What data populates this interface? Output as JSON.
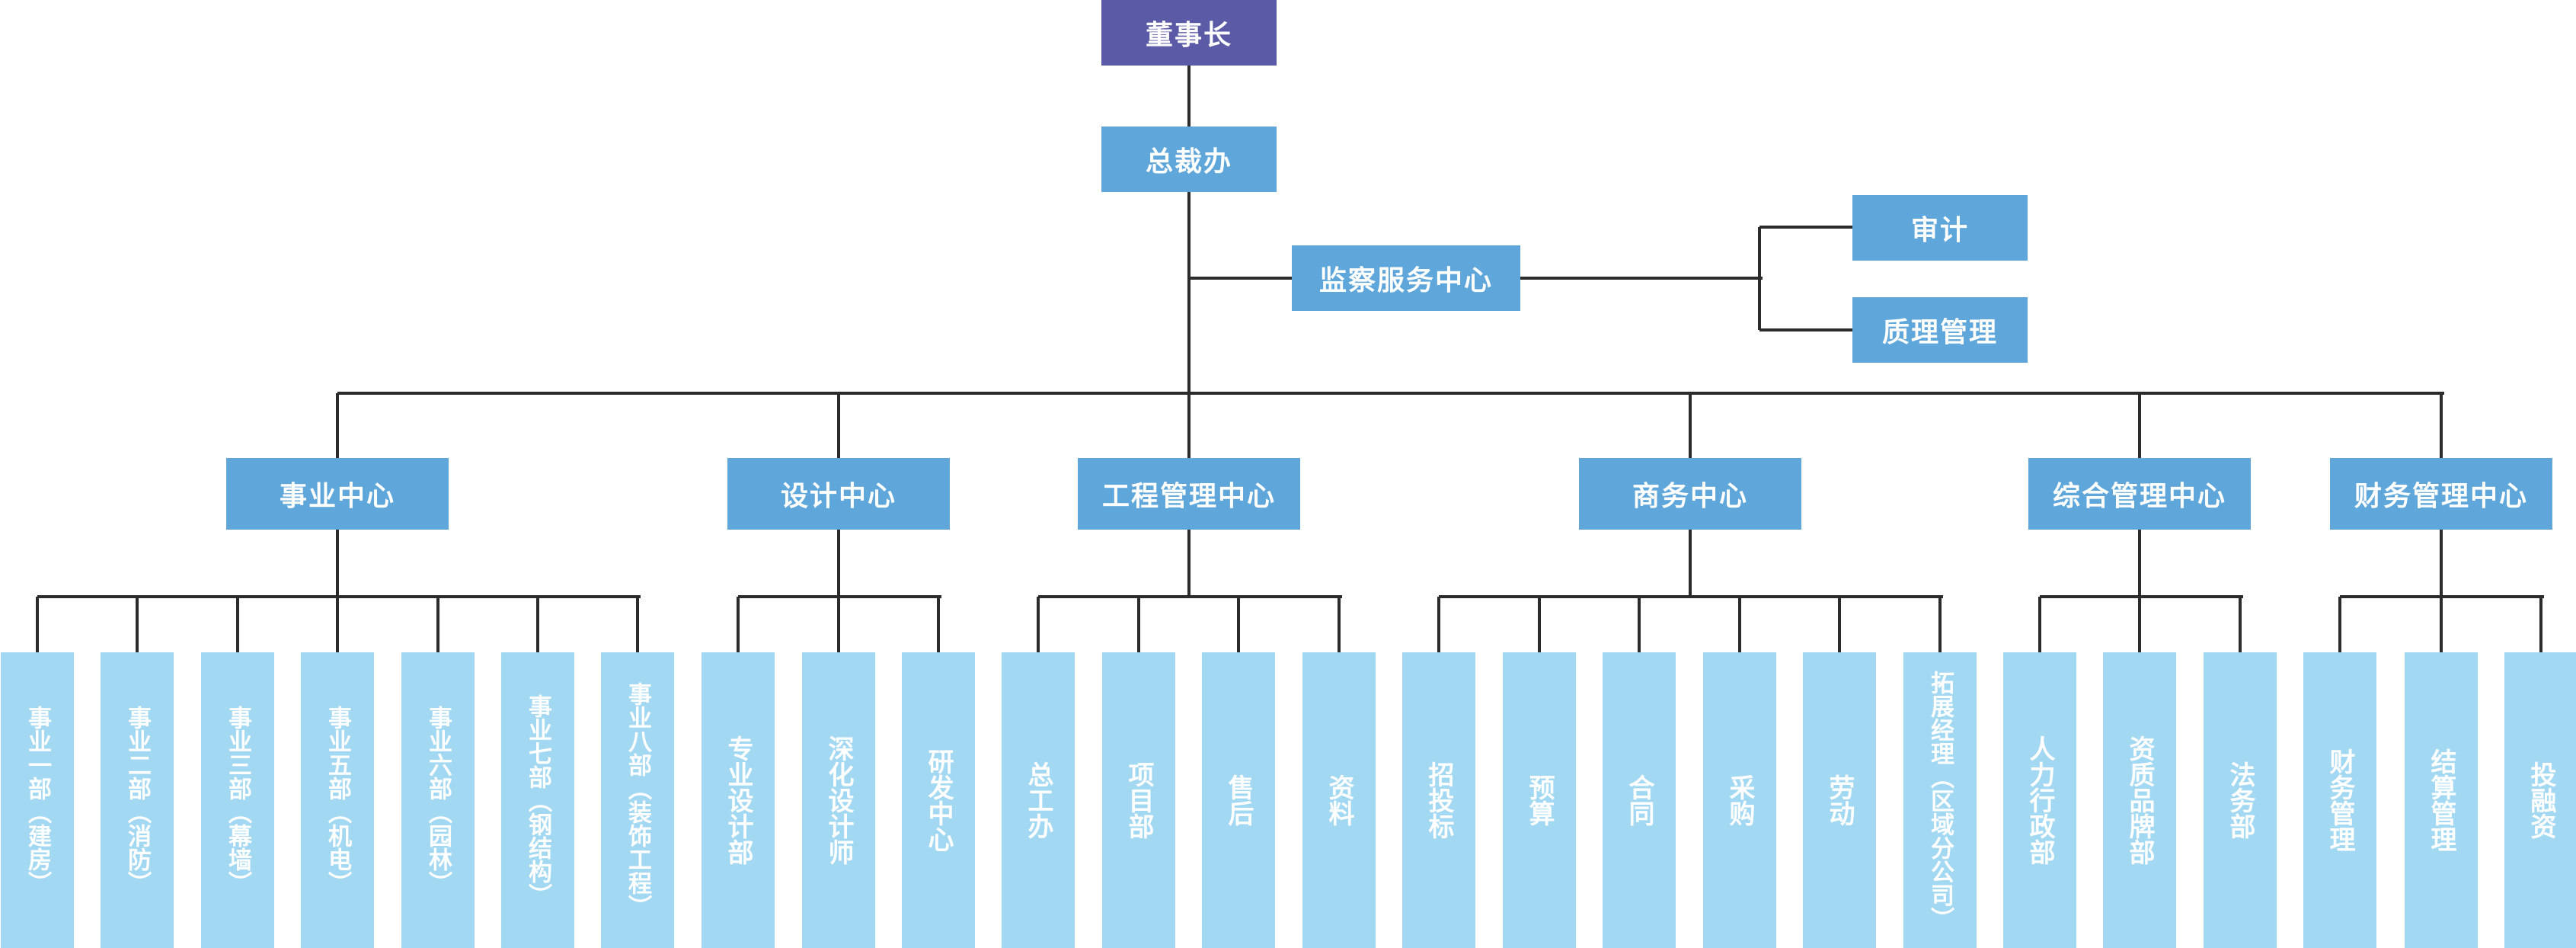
{
  "colors": {
    "chairman": "#5b5aa7",
    "office": "#5fa6db",
    "leaf": "#a3d8f3",
    "line": "#2b2b2b",
    "text": "#ffffff"
  },
  "top": {
    "chairman": "董事长",
    "president_office": "总裁办",
    "supervision": "监察服务中心",
    "audit": "审计",
    "quality": "质理管理"
  },
  "centers": [
    {
      "name": "事业中心",
      "children": [
        "事业一部（建房）",
        "事业二部（消防）",
        "事业三部（幕墙）",
        "事业五部（机电）",
        "事业六部（园林）",
        "事业七部（钢结构）",
        "事业八部（装饰工程）"
      ]
    },
    {
      "name": "设计中心",
      "children": [
        "专业设计部",
        "深化设计师",
        "研发中心"
      ]
    },
    {
      "name": "工程管理中心",
      "children": [
        "总工办",
        "项目部",
        "售后",
        "资料"
      ]
    },
    {
      "name": "商务中心",
      "children": [
        "招投标",
        "预算",
        "合同",
        "采购",
        "劳动",
        "拓展经理（区域分公司）"
      ]
    },
    {
      "name": "综合管理中心",
      "children": [
        "人力行政部",
        "资质品牌部",
        "法务部"
      ]
    },
    {
      "name": "财务管理中心",
      "children": [
        "财务管理",
        "结算管理",
        "投融资"
      ]
    }
  ]
}
